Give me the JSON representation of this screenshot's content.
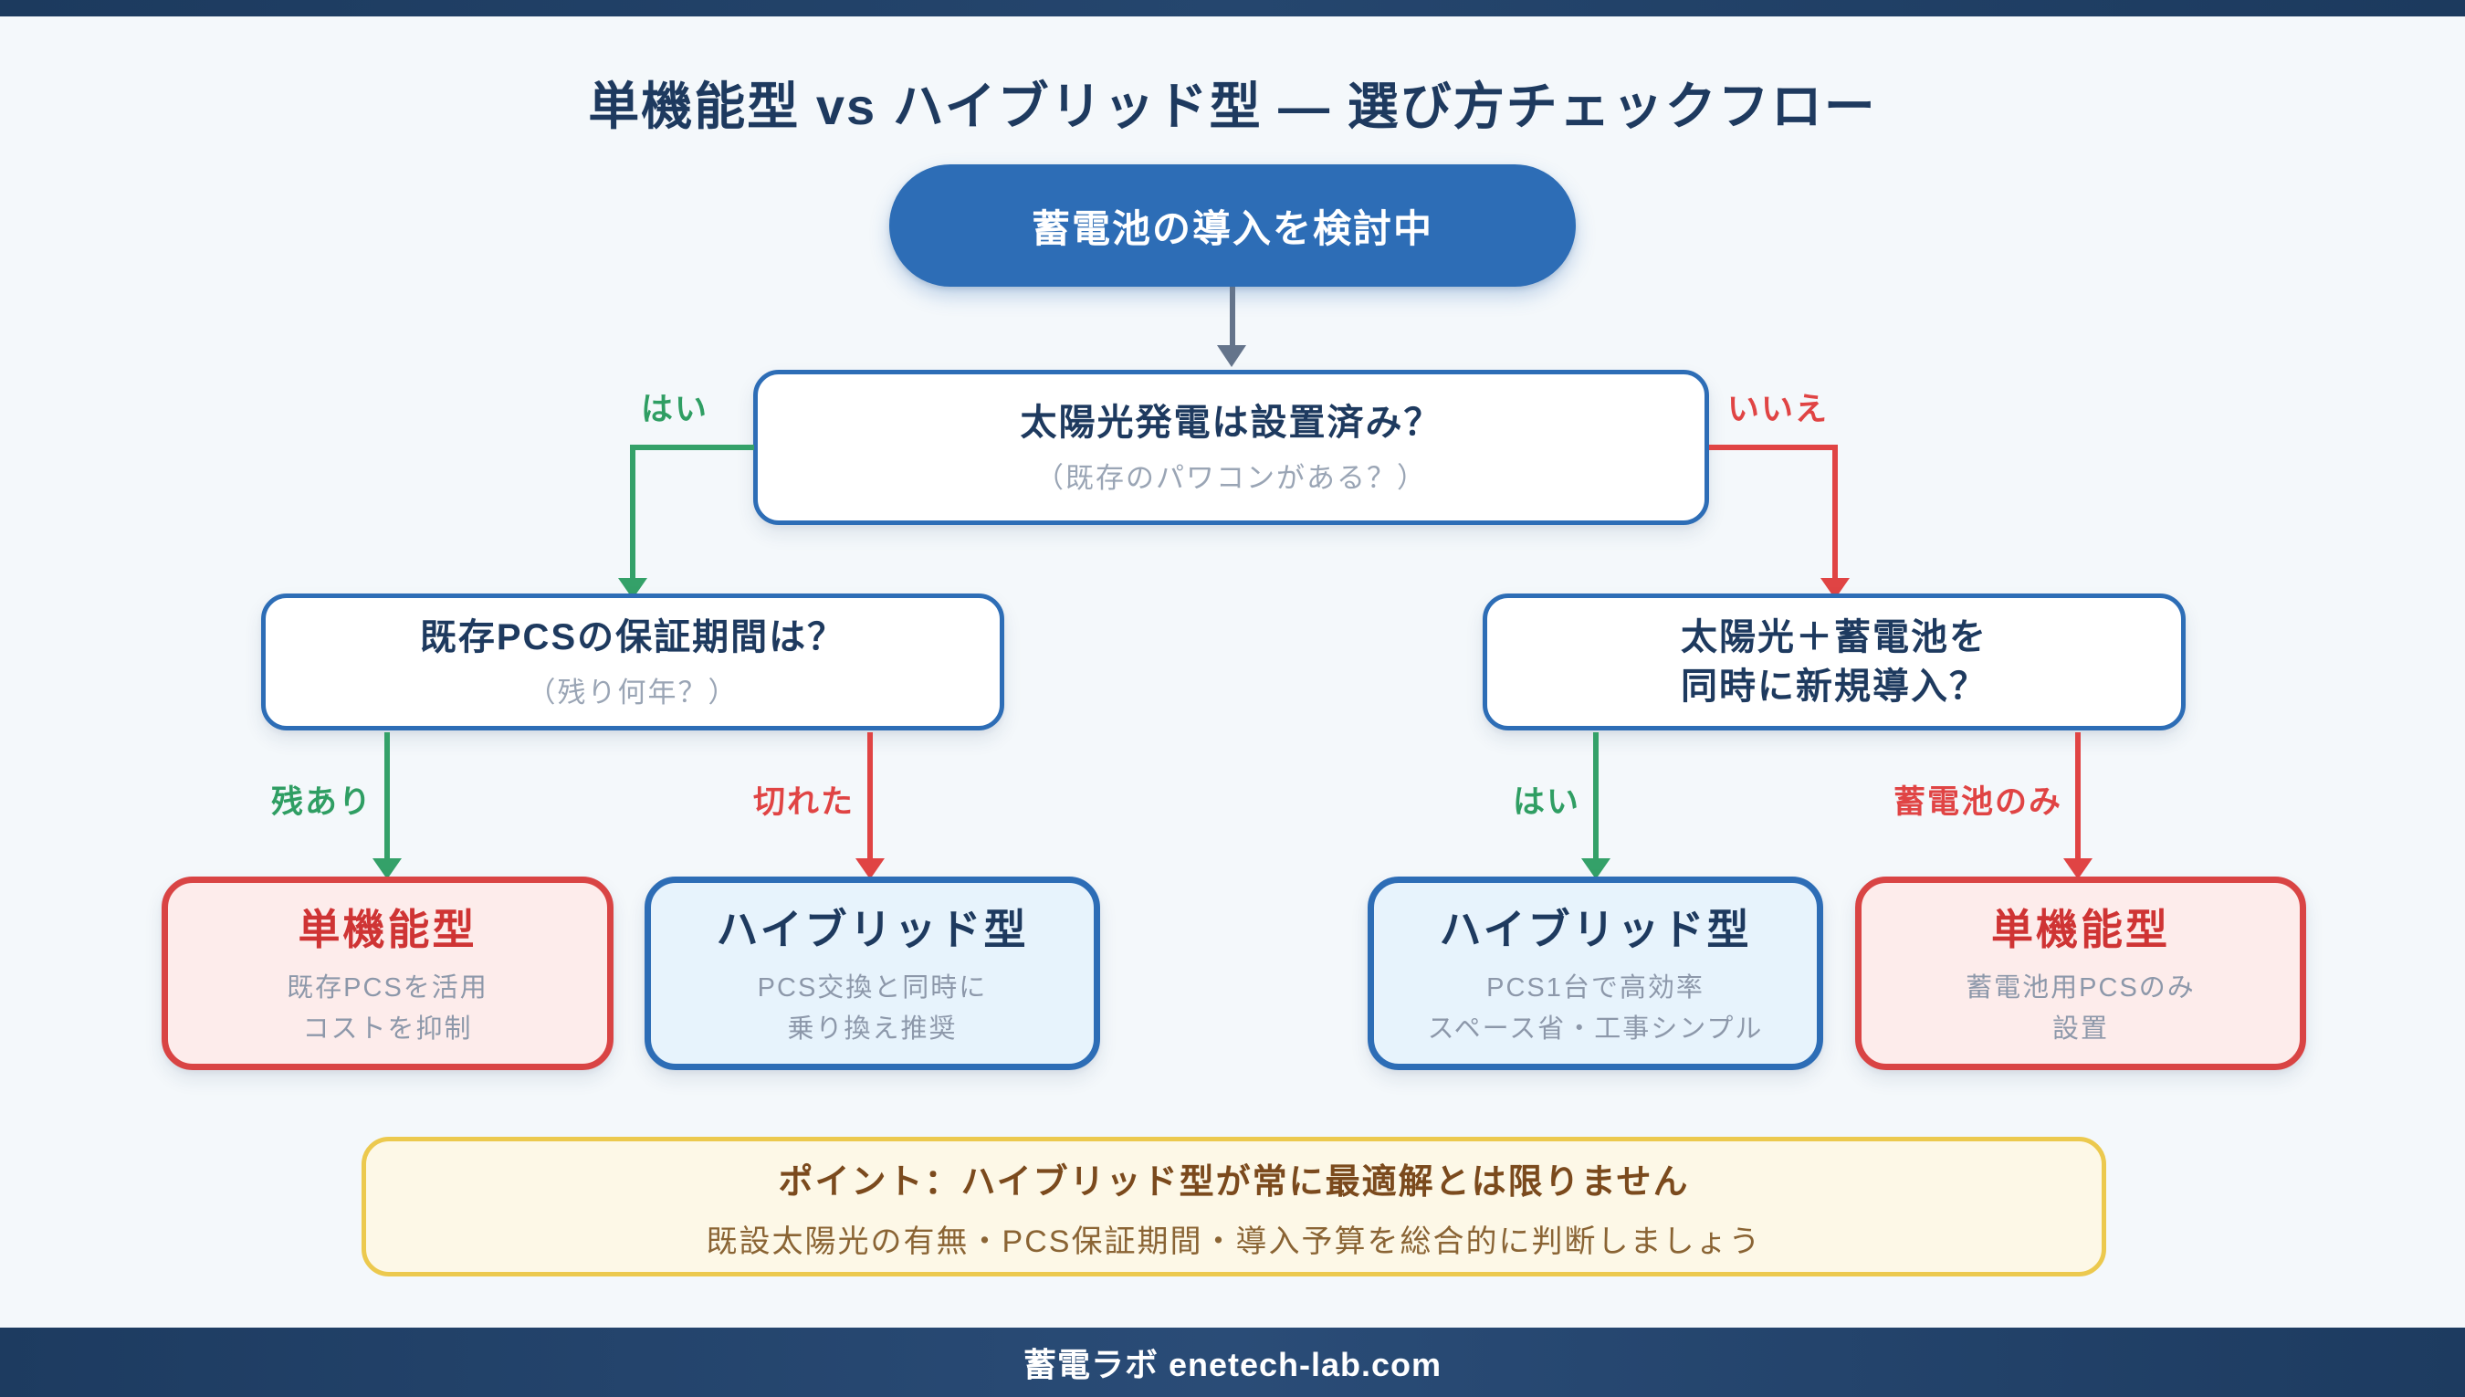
{
  "title": "単機能型 vs ハイブリッド型 — 選び方チェックフロー",
  "start": {
    "label": "蓄電池の導入を検討中"
  },
  "q1": {
    "title": "太陽光発電は設置済み？",
    "subtitle": "（既存のパワコンがある？）",
    "yes_label": "はい",
    "no_label": "いいえ"
  },
  "q2_left": {
    "title": "既存PCSの保証期間は？",
    "subtitle": "（残り何年？）",
    "branch_left": "残あり",
    "branch_right": "切れた"
  },
  "q2_right": {
    "title_line1": "太陽光＋蓄電池を",
    "title_line2": "同時に新規導入？",
    "branch_left": "はい",
    "branch_right": "蓄電池のみ"
  },
  "results": [
    {
      "title": "単機能型",
      "line1": "既存PCSを活用",
      "line2": "コストを抑制"
    },
    {
      "title": "ハイブリッド型",
      "line1": "PCS交換と同時に",
      "line2": "乗り換え推奨"
    },
    {
      "title": "ハイブリッド型",
      "line1": "PCS1台で高効率",
      "line2": "スペース省・工事シンプル"
    },
    {
      "title": "単機能型",
      "line1": "蓄電池用PCSのみ",
      "line2": "設置"
    }
  ],
  "point": {
    "title": "ポイント：ハイブリッド型が常に最適解とは限りません",
    "subtitle": "既設太陽光の有無・PCS保証期間・導入予算を総合的に判断しましょう"
  },
  "footer": {
    "brand": "蓄電ラボ enetech-lab.com"
  },
  "colors": {
    "navy": "#1e3a5f",
    "accent_blue": "#2d6db6",
    "green": "#34a169",
    "red": "#e04444",
    "result_red_border": "#d94444",
    "result_red_bg": "#fdeceb",
    "result_blue_bg": "#e7f3fc",
    "yellow_border": "#ecc94e",
    "yellow_bg": "#fdf8e7",
    "brown_text": "#7b4a1d",
    "bar_navy": "#1d3b60",
    "background": "#f4f8fb"
  }
}
